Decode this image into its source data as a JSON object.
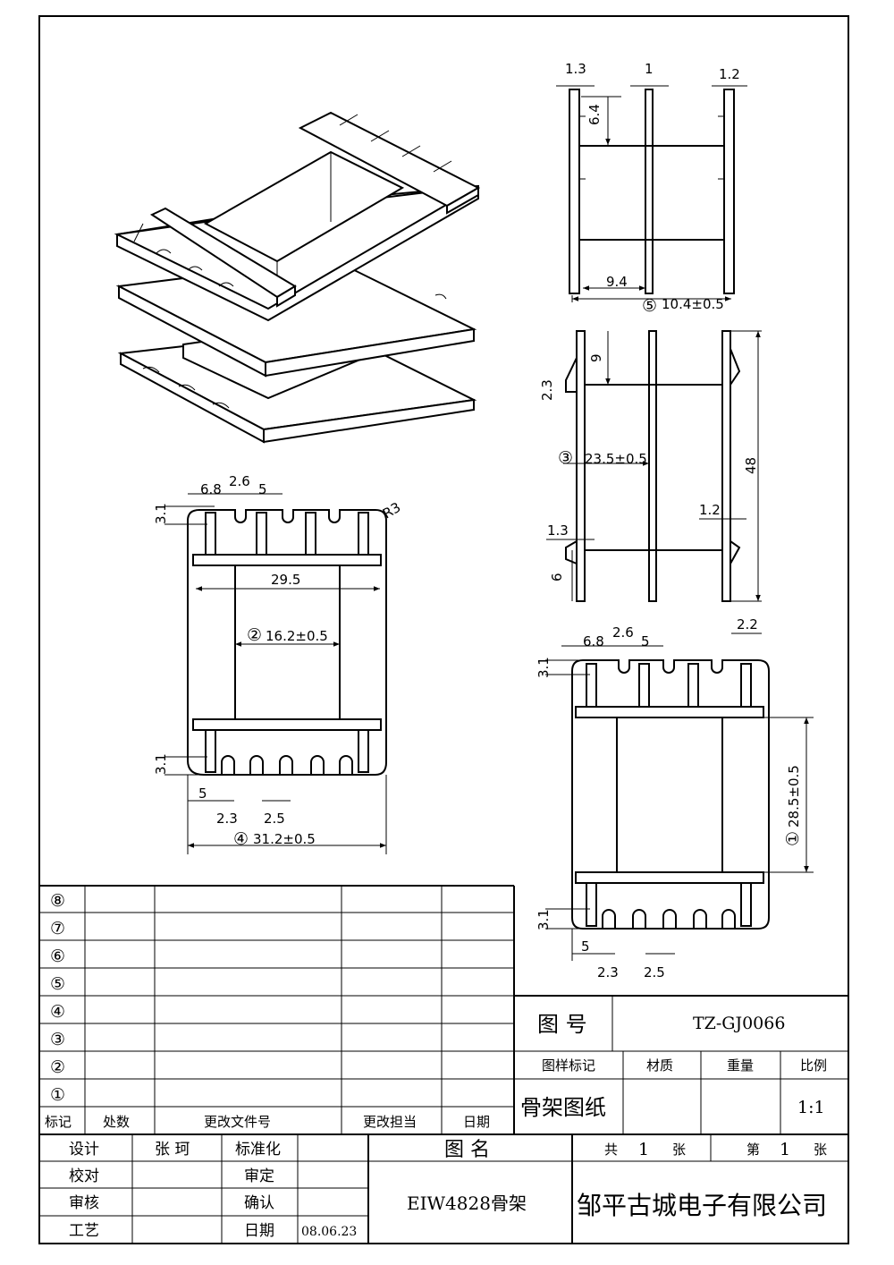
{
  "dimensions": {
    "side_top": {
      "d1": "1.3",
      "d2": "1",
      "d3": "1.2",
      "d4": "6.4",
      "d5": "9.4",
      "d6": "10.4±0.5",
      "d6_num": "⑤"
    },
    "side_mid": {
      "d1": "9",
      "d2": "2.3",
      "d3": "23.5±0.5",
      "d3_num": "③",
      "d4": "48",
      "d5": "1.2",
      "d6": "1.3",
      "d7": "6"
    },
    "front_left": {
      "d1": "6.8",
      "d2": "2.6",
      "d3": "5",
      "d4": "3.1",
      "d5": "R3",
      "d6": "29.5",
      "d7": "16.2±0.5",
      "d7_num": "②",
      "d8": "3.1",
      "d9": "5",
      "d10": "2.3",
      "d11": "2.5",
      "d12": "31.2±0.5",
      "d12_num": "④"
    },
    "front_right": {
      "d1": "6.8",
      "d2": "2.6",
      "d3": "5",
      "d4": "2.2",
      "d5": "3.1",
      "d6": "28.5±0.5",
      "d6_num": "①",
      "d7": "3.1",
      "d8": "5",
      "d9": "2.3",
      "d10": "2.5"
    }
  },
  "revision_table": {
    "rows": [
      "⑧",
      "⑦",
      "⑥",
      "⑤",
      "④",
      "③",
      "②",
      "①"
    ],
    "headers": [
      "标记",
      "处数",
      "更改文件号",
      "更改担当",
      "日期"
    ]
  },
  "title_block": {
    "drawing_no_label": "图 号",
    "drawing_no": "TZ-GJ0066",
    "sample_mark_label": "图样标记",
    "material_label": "材质",
    "weight_label": "重量",
    "scale_label": "比例",
    "doc_type": "骨架图纸",
    "scale_value": "1:1",
    "design_label": "设计",
    "designer": "张 珂",
    "standard_label": "标准化",
    "check_label": "校对",
    "approve_label": "审定",
    "review_label": "审核",
    "confirm_label": "确认",
    "process_label": "工艺",
    "date_label": "日期",
    "date_value": "08.06.23",
    "name_label": "图 名",
    "part_name": "EIW4828骨架",
    "total_label": "共",
    "total_value": "1",
    "sheet_unit": "张",
    "sheet_label": "第",
    "sheet_value": "1",
    "sheet_unit2": "张",
    "company": "邹平古城电子有限公司"
  }
}
